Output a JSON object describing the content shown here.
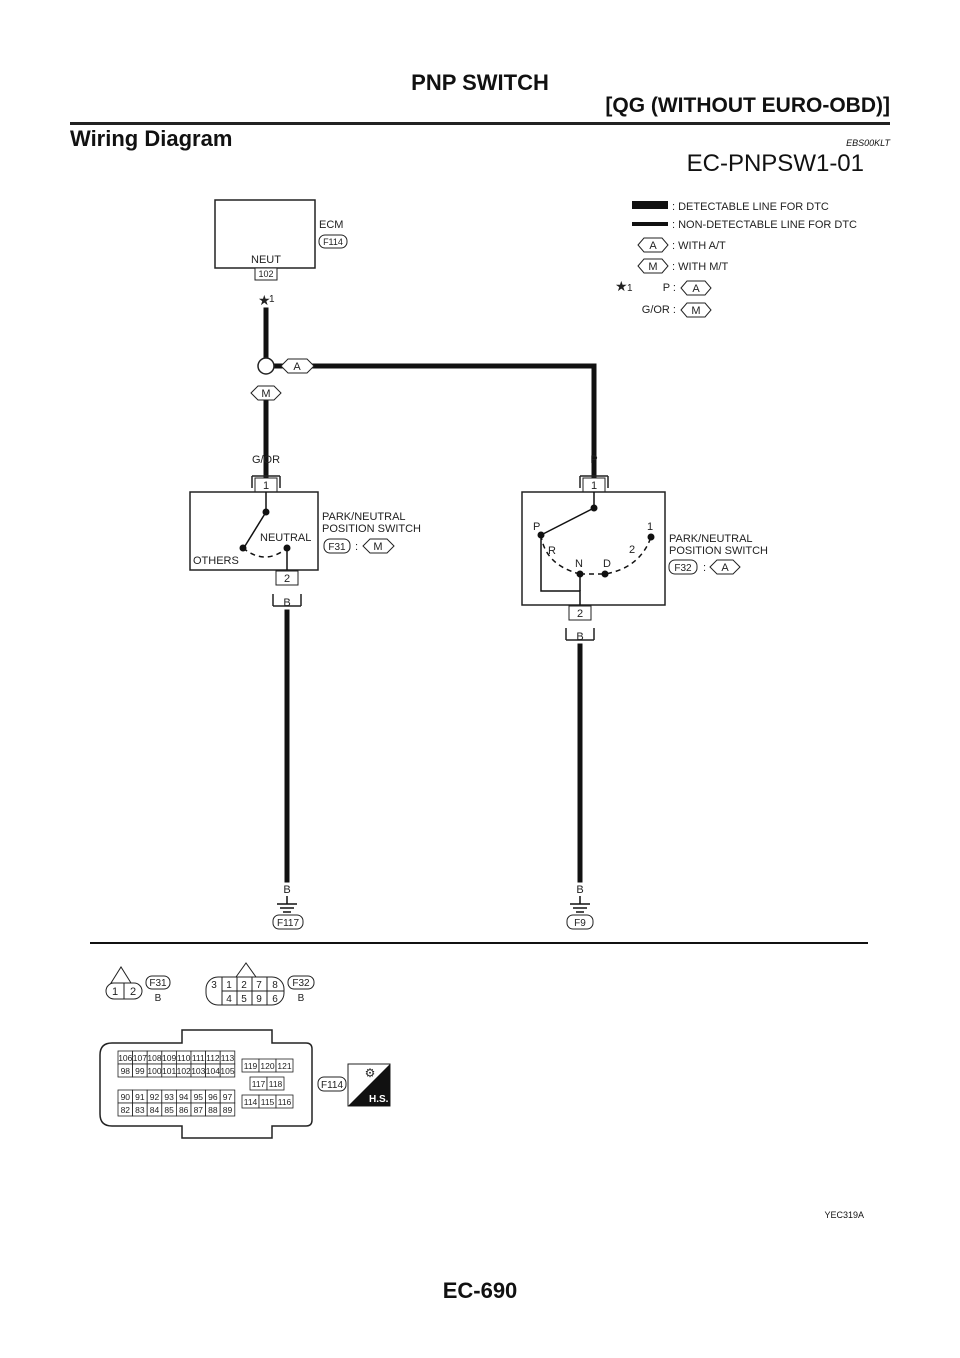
{
  "header": {
    "title": "PNP SWITCH",
    "subtitle": "[QG (WITHOUT EURO-OBD)]"
  },
  "section": {
    "title": "Wiring Diagram",
    "code": "EBS00KLT"
  },
  "diagram": {
    "id": "EC-PNPSW1-01",
    "legend": {
      "detectable": ": DETECTABLE LINE FOR DTC",
      "non_detectable": ": NON-DETECTABLE LINE FOR DTC",
      "with_at_tag": "A",
      "with_at": ": WITH A/T",
      "with_mt_tag": "M",
      "with_mt": ": WITH M/T",
      "note_star": "1",
      "note_p": "P :",
      "note_p_tag": "A",
      "note_gor": "G/OR :",
      "note_gor_tag": "M"
    },
    "ecm": {
      "label": "ECM",
      "connector": "F114",
      "terminal_name": "NEUT",
      "terminal": "102",
      "star": "1"
    },
    "junction": {
      "tag_a": "A",
      "tag_m": "M"
    },
    "switch_mt": {
      "wire_in": "G/OR",
      "pin_in": "1",
      "pos_neutral": "NEUTRAL",
      "pos_others": "OTHERS",
      "pin_out": "2",
      "wire_out": "B",
      "name_line1": "PARK/NEUTRAL",
      "name_line2": "POSITION SWITCH",
      "connector": "F31",
      "colon": ":",
      "tag": "M"
    },
    "switch_at": {
      "wire_in": "P",
      "pin_in": "1",
      "pos_p": "P",
      "pos_r": "R",
      "pos_n": "N",
      "pos_d": "D",
      "pos_2": "2",
      "pos_1": "1",
      "pin_out": "2",
      "wire_out": "B",
      "name_line1": "PARK/NEUTRAL",
      "name_line2": "POSITION SWITCH",
      "connector": "F32",
      "colon": ":",
      "tag": "A"
    },
    "ground_left": {
      "wire": "B",
      "connector": "F117"
    },
    "ground_right": {
      "wire": "B",
      "connector": "F9"
    }
  },
  "connectors": {
    "f31": {
      "pins": [
        "1",
        "2"
      ],
      "name": "F31",
      "color": "B"
    },
    "f32": {
      "top_pins": [
        "3",
        "1",
        "2",
        "7",
        "8"
      ],
      "bottom_pins": [
        "4",
        "5",
        "9",
        "6"
      ],
      "name": "F32",
      "color": "B"
    },
    "f114": {
      "name": "F114",
      "left_rows": [
        [
          "106",
          "107",
          "108",
          "109",
          "110",
          "111",
          "112",
          "113"
        ],
        [
          "98",
          "99",
          "100",
          "101",
          "102",
          "103",
          "104",
          "105"
        ],
        [
          "90",
          "91",
          "92",
          "93",
          "94",
          "95",
          "96",
          "97"
        ],
        [
          "82",
          "83",
          "84",
          "85",
          "86",
          "87",
          "88",
          "89"
        ]
      ],
      "right_top": [
        "119",
        "120",
        "121"
      ],
      "right_mid": [
        "117",
        "118"
      ],
      "right_bot": [
        "114",
        "115",
        "116"
      ],
      "hs_label": "H.S."
    }
  },
  "footer": {
    "figure_code": "YEC319A",
    "page": "EC-690"
  }
}
